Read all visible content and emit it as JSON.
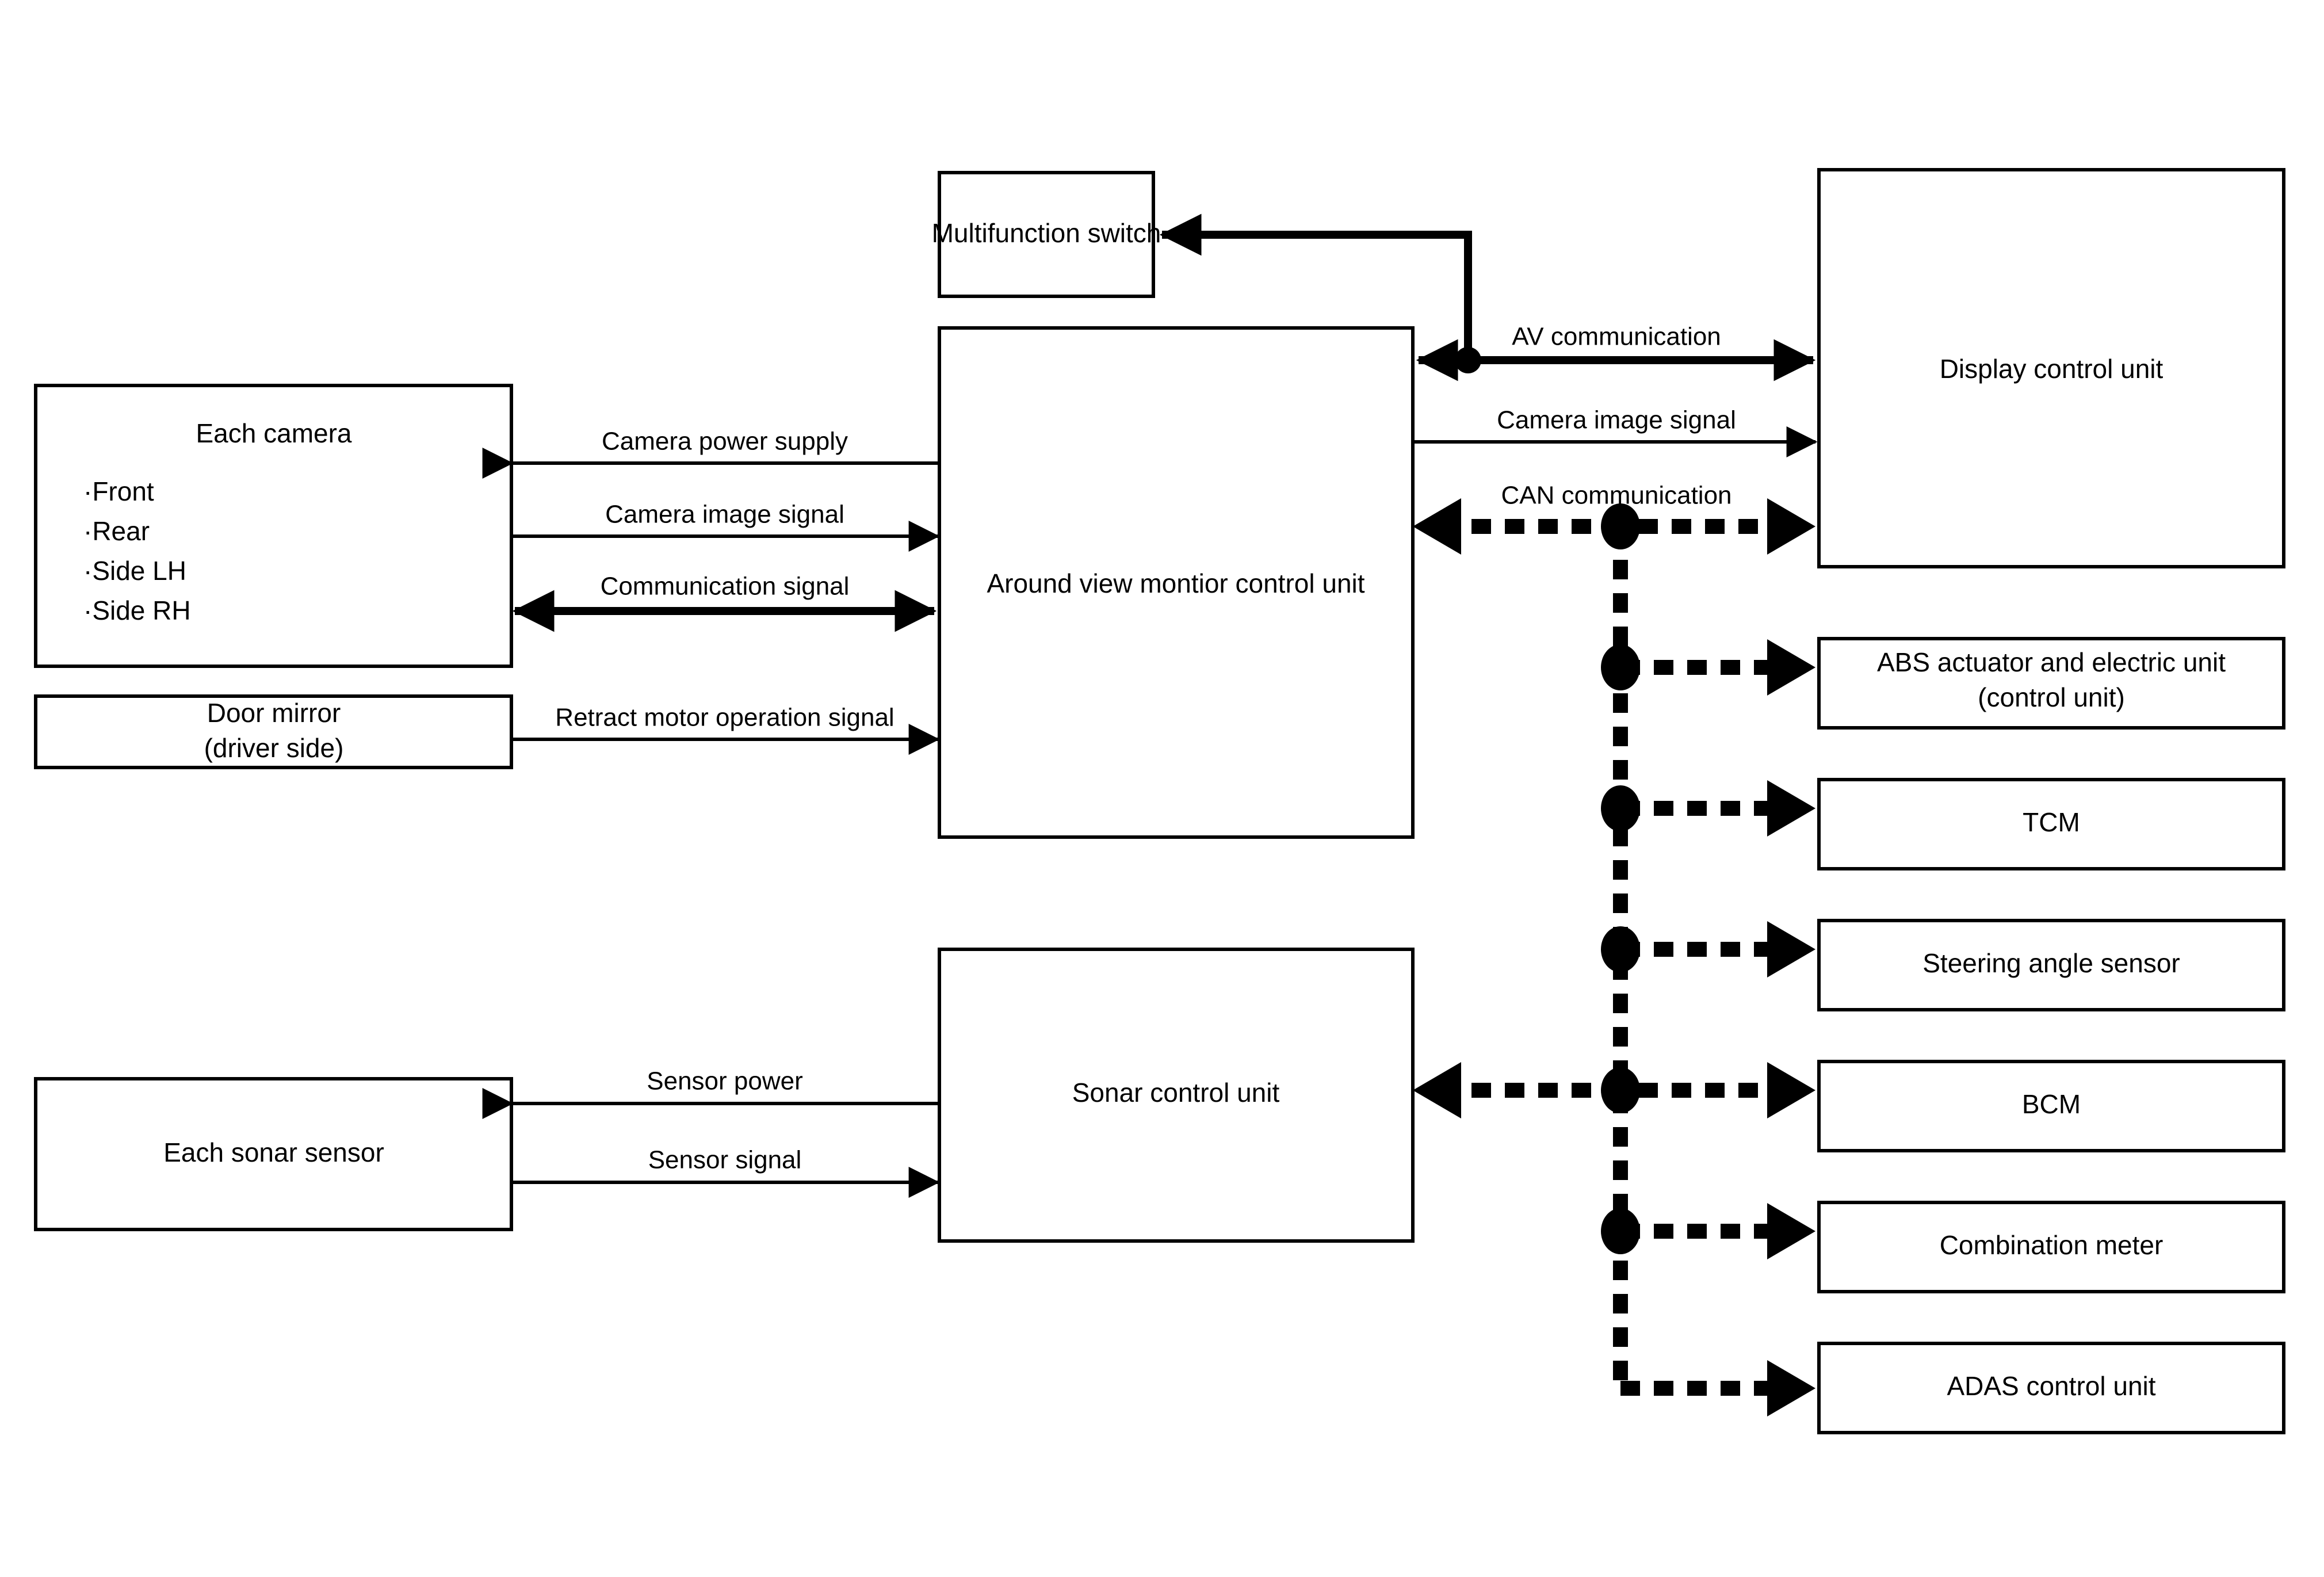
{
  "diagram": {
    "title": "Around view monitor system wiring diagram",
    "type": "block-diagram",
    "background_color": "#ffffff",
    "line_color": "#000000"
  },
  "boxes": {
    "multifunction_switch": {
      "label": "Multifunction switch"
    },
    "avm_control_unit": {
      "label": "Around view montior control unit"
    },
    "each_camera": {
      "title": "Each camera",
      "items": [
        "·Front",
        "·Rear",
        "·Side LH",
        "·Side RH"
      ]
    },
    "door_mirror": {
      "line1": "Door mirror",
      "line2": "(driver side)"
    },
    "each_sonar_sensor": {
      "label": "Each sonar sensor"
    },
    "sonar_control_unit": {
      "label": "Sonar control unit"
    },
    "display_control_unit": {
      "label": "Display control unit"
    },
    "abs_actuator": {
      "line1": "ABS actuator and electric unit",
      "line2": "(control unit)"
    },
    "tcm": {
      "label": "TCM"
    },
    "steering_angle_sensor": {
      "label": "Steering angle sensor"
    },
    "bcm": {
      "label": "BCM"
    },
    "combination_meter": {
      "label": "Combination meter"
    },
    "adas_control_unit": {
      "label": "ADAS control unit"
    }
  },
  "signals": {
    "camera_power_supply": {
      "label": "Camera power supply",
      "direction": "avm-to-camera"
    },
    "camera_image_signal_left": {
      "label": "Camera image signal",
      "direction": "camera-to-avm"
    },
    "communication_signal": {
      "label": "Communication signal",
      "direction": "bidirectional"
    },
    "retract_motor_operation_signal": {
      "label": "Retract motor operation signal",
      "direction": "mirror-to-avm"
    },
    "av_communication": {
      "label": "AV communication",
      "direction": "bidirectional"
    },
    "camera_image_signal_right": {
      "label": "Camera image signal",
      "direction": "avm-to-display"
    },
    "can_communication": {
      "label": "CAN communication",
      "direction": "bidirectional-bus"
    },
    "sensor_power": {
      "label": "Sensor power",
      "direction": "sonar-unit-to-sensor"
    },
    "sensor_signal": {
      "label": "Sensor signal",
      "direction": "sensor-to-sonar-unit"
    }
  }
}
